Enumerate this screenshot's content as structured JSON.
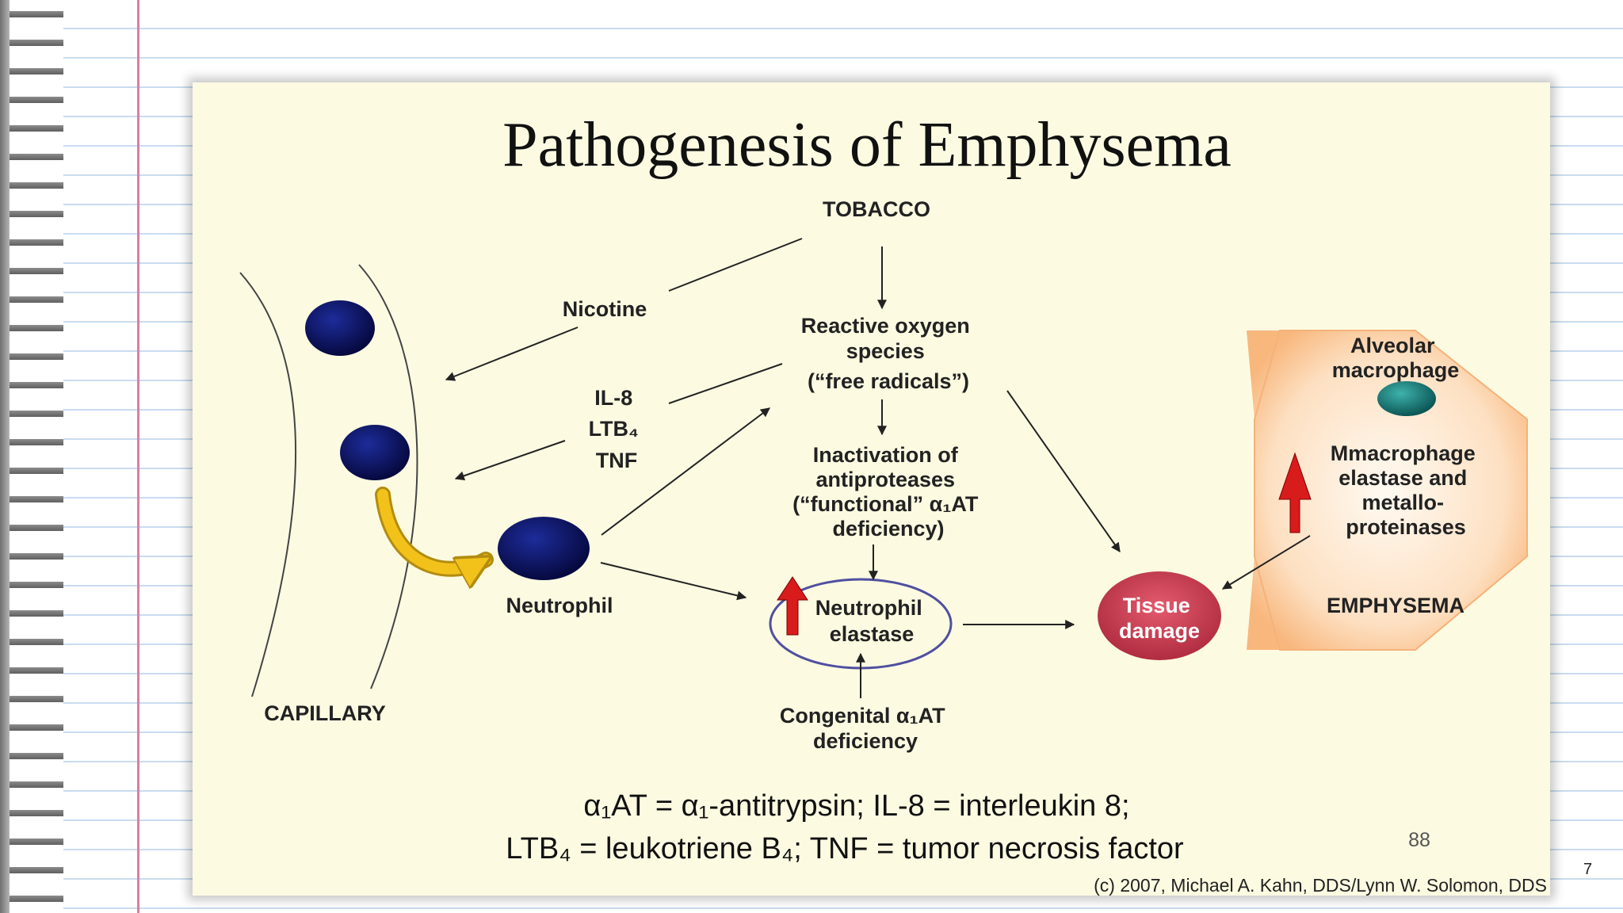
{
  "page": {
    "page_number": "7"
  },
  "slide": {
    "title": "Pathogenesis of Emphysema",
    "slide_number": "88",
    "credit": "(c) 2007, Michael A. Kahn, DDS/Lynn W. Solomon, DDS",
    "footnote": {
      "line1": "α₁AT = α₁-antitrypsin; IL-8 = interleukin 8;",
      "line2": "LTB₄ = leukotriene B₄; TNF = tumor necrosis factor"
    }
  },
  "diagram": {
    "tobacco": "TOBACCO",
    "nicotine": "Nicotine",
    "cytokines": [
      "IL-8",
      "LTB₄",
      "TNF"
    ],
    "ros": [
      "Reactive oxygen",
      "species",
      "(“free radicals”)"
    ],
    "inactivation": [
      "Inactivation of",
      "antiproteases",
      "(“functional” α₁AT",
      "deficiency)"
    ],
    "neutrophil": "Neutrophil",
    "neutrophil_elastase": [
      "Neutrophil",
      "elastase"
    ],
    "congenital": [
      "Congenital α₁AT",
      "deficiency"
    ],
    "capillary": "CAPILLARY",
    "tissue_damage": [
      "Tissue",
      "damage"
    ],
    "emphysema": "EMPHYSEMA",
    "alveolar_macrophage": [
      "Alveolar",
      "macrophage"
    ],
    "macrophage_enzymes": [
      "Mmacrophage",
      "elastase and",
      "metallo-",
      "proteinases"
    ]
  },
  "colors": {
    "slide_background": "#fcfbe2",
    "cell_blue": "#0a1466",
    "yellow_arrow": "#f2c21b",
    "increase_arrow": "#d81b1b",
    "tissue_damage": "#c23a4e",
    "octagon": "#fac28f",
    "macrophage_nucleus": "#127a78"
  }
}
